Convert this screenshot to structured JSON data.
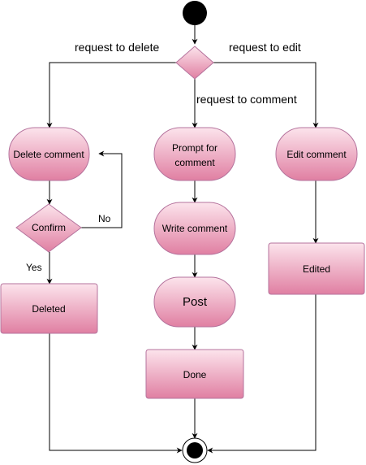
{
  "diagram": {
    "colors": {
      "fill_top": "#fce4ec",
      "fill_bottom": "#e07fa2",
      "stroke": "#b5739d",
      "line": "#000000"
    },
    "nodes": {
      "delete_comment": "Delete comment",
      "prompt_for_comment_line1": "Prompt for",
      "prompt_for_comment_line2": "comment",
      "edit_comment": "Edit comment",
      "confirm": "Confirm",
      "write_comment": "Write comment",
      "edited": "Edited",
      "deleted": "Deleted",
      "post": "Post",
      "done": "Done"
    },
    "edge_labels": {
      "request_to_delete": "request to delete",
      "request_to_edit": "request to edit",
      "request_to_comment": "request to comment",
      "no": "No",
      "yes": "Yes"
    }
  }
}
